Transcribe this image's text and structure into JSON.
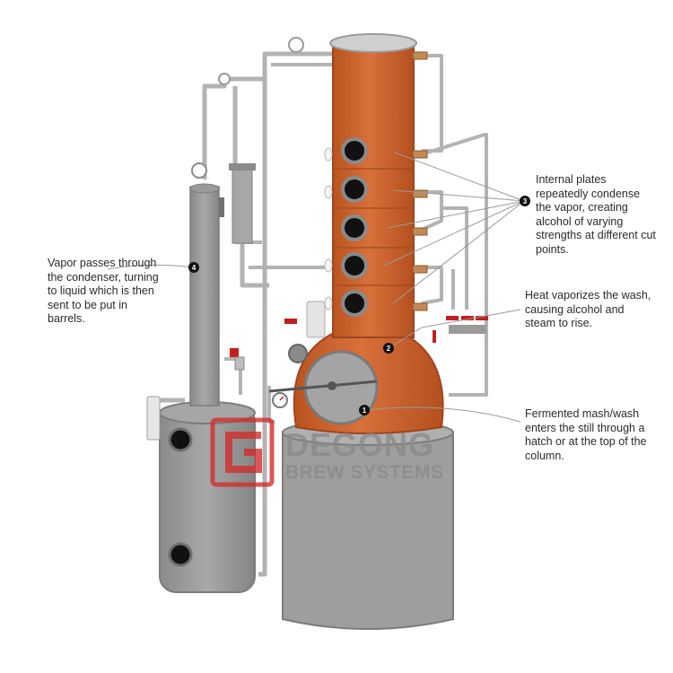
{
  "callouts": [
    {
      "number": "1",
      "text": "Fermented mash/wash enters the still through a hatch or at the top of the column."
    },
    {
      "number": "2",
      "text": "Heat vaporizes the wash, causing alcohol and steam to rise."
    },
    {
      "number": "3",
      "text": "Internal plates repeatedly condense the vapor, creating alcohol of varying strengths at different cut points."
    },
    {
      "number": "4",
      "text": "Vapor passes through the condenser, turning to liquid which is then sent to be put in barrels."
    }
  ],
  "watermark": {
    "logo_letter": "G",
    "line1": "DEGONG",
    "line2": "BREW SYSTEMS",
    "color": "#d42a2a"
  },
  "colors": {
    "copper": "#c9602e",
    "copper_dark": "#9e4520",
    "steel": "#9d9d9d",
    "steel_dark": "#7c7c7c",
    "pipe": "#b5b5b5",
    "valve_red": "#c41e1e",
    "port": "#111111"
  }
}
